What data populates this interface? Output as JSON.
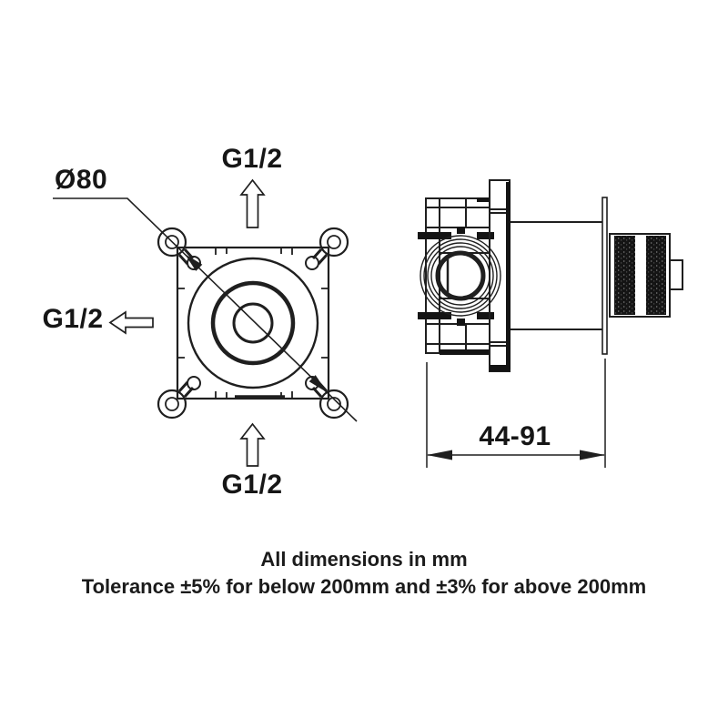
{
  "drawing": {
    "type": "technical-dimension-drawing",
    "subject": "concealed-valve-rough-in-body",
    "labels": {
      "top_port": "G1/2",
      "left_port": "G1/2",
      "bottom_port": "G1/2",
      "front_diameter": "Ø80",
      "depth_range": "44-91"
    },
    "notes": {
      "line1": "All dimensions in mm",
      "line2": "Tolerance ±5% for below 200mm and ±3% for above 200mm"
    },
    "colors": {
      "line": "#1f1f1f",
      "fill_dark": "#141414",
      "background": "#ffffff"
    }
  }
}
